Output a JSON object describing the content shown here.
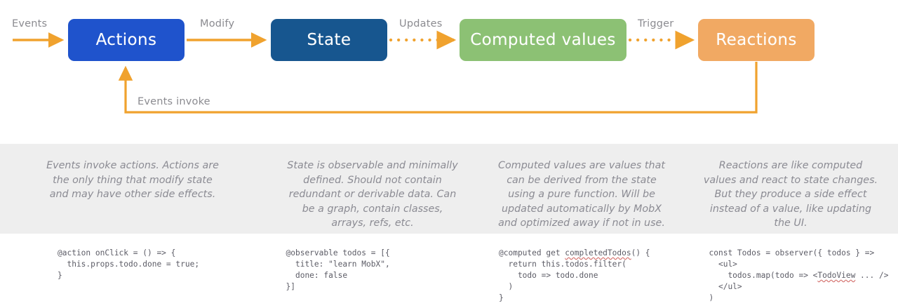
{
  "diagram": {
    "nodes": [
      {
        "id": "actions",
        "label": "Actions",
        "color": "#1f53cc"
      },
      {
        "id": "state",
        "label": "State",
        "color": "#17568f"
      },
      {
        "id": "computed",
        "label": "Computed values",
        "color": "#8cc174"
      },
      {
        "id": "reactions",
        "label": "Reactions",
        "color": "#f1a963"
      }
    ],
    "edges": [
      {
        "id": "events",
        "label": "Events",
        "style": "solid",
        "from": "",
        "to": "actions"
      },
      {
        "id": "modify",
        "label": "Modify",
        "style": "solid",
        "from": "actions",
        "to": "state"
      },
      {
        "id": "updates",
        "label": "Updates",
        "style": "dotted",
        "from": "state",
        "to": "computed"
      },
      {
        "id": "trigger",
        "label": "Trigger",
        "style": "dotted",
        "from": "computed",
        "to": "reactions"
      },
      {
        "id": "events-invoke",
        "label": "Events invoke",
        "style": "solid",
        "from": "reactions",
        "to": "actions"
      }
    ],
    "arrow_color": "#f0a22e"
  },
  "descriptions": [
    "Events invoke actions. Actions are the only thing that modify state and may have other side effects.",
    "State is observable and minimally defined. Should not contain redundant or derivable data. Can be a graph, contain classes, arrays, refs, etc.",
    "Computed values are values that can be derived from the state using a pure function. Will be updated automatically by MobX and optimized away if not in use.",
    "Reactions are like computed values and react to state changes. But they produce a side effect instead of a value, like updating the UI."
  ],
  "code_samples": [
    {
      "id": "action-sample",
      "text": "@action onClick = () => {\n  this.props.todo.done = true;\n}"
    },
    {
      "id": "observable-sample",
      "text": "@observable todos = [{\n  title: \"learn MobX\",\n  done: false\n}]"
    },
    {
      "id": "computed-sample",
      "before": "@computed get ",
      "misspelled": "completedTodos",
      "after": "() {\n  return this.todos.filter(\n    todo => todo.done\n  )\n}"
    },
    {
      "id": "observer-sample",
      "before": "const Todos = observer({ todos } =>\n  <ul>\n    todos.map(todo => <",
      "misspelled": "TodoView",
      "after": " ... />\n  </ul>\n)"
    }
  ],
  "theme": {
    "band_background": "#eeeeee",
    "description_text": "#8b8b93",
    "code_text": "#5c5c66",
    "label_text": "#8b8b90",
    "spellcheck_underline": "#d4716e"
  }
}
